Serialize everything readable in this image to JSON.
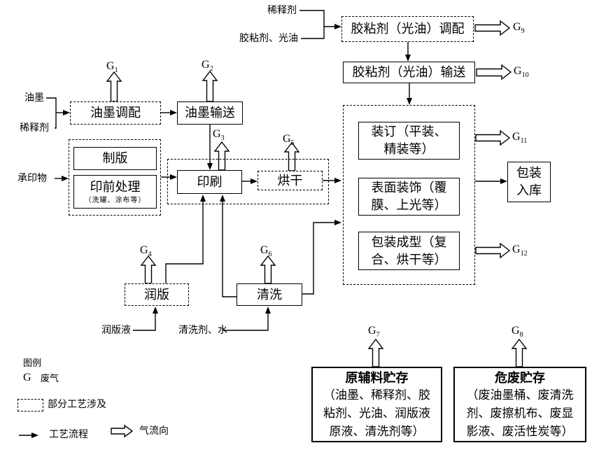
{
  "diagram": {
    "inputs": {
      "diluent_top": "稀释剂",
      "adhesive_varnish": "胶粘剂、光油",
      "ink": "油墨",
      "diluent_left": "稀释剂",
      "substrate": "承印物",
      "fountain_solution": "润版液",
      "cleaner_water": "清洗剂、水"
    },
    "processes": {
      "adhesive_mixing": "胶粘剂（光油）调配",
      "adhesive_transfer": "胶粘剂（光油）输送",
      "ink_mixing": "油墨调配",
      "ink_transfer": "油墨输送",
      "plate_making": "制版",
      "prepress": "印前处理",
      "prepress_note": "（洗罐、涂布等）",
      "printing": "印刷",
      "drying": "烘干",
      "binding": "装订（平装、精装等）",
      "surface_decoration": "表面装饰（覆膜、上光等）",
      "package_forming": "包装成型（复合、烘干等）",
      "packing_warehouse": "包装入库",
      "dampening": "润版",
      "cleaning": "清洗"
    },
    "storage": {
      "raw_title": "原辅料贮存",
      "raw_detail": "（油墨、稀释剂、胶粘剂、光油、润版液原液、清洗剂等）",
      "hazardous_title": "危废贮存",
      "hazardous_detail": "（废油墨桶、废清洗剂、废擦机布、废显影液、废活性炭等）"
    },
    "gas": {
      "g1": {
        "base": "G",
        "sub": "1"
      },
      "g2": {
        "base": "G",
        "sub": "2"
      },
      "g3": {
        "base": "G",
        "sub": "3"
      },
      "g4": {
        "base": "G",
        "sub": "4"
      },
      "g5": {
        "base": "G",
        "sub": "5"
      },
      "g6": {
        "base": "G",
        "sub": "6"
      },
      "g7": {
        "base": "G",
        "sub": "7"
      },
      "g8": {
        "base": "G",
        "sub": "8"
      },
      "g9": {
        "base": "G",
        "sub": "9"
      },
      "g10": {
        "base": "G",
        "sub": "10"
      },
      "g11": {
        "base": "G",
        "sub": "11"
      },
      "g12": {
        "base": "G",
        "sub": "12"
      }
    },
    "legend": {
      "title": "图例",
      "gas_symbol": "G",
      "gas_meaning": "废气",
      "dashed_box_meaning": "部分工艺涉及",
      "solid_arrow_meaning": "工艺流程",
      "hollow_arrow_meaning": "气流向"
    },
    "colors": {
      "line": "#000000",
      "background": "#ffffff"
    }
  }
}
